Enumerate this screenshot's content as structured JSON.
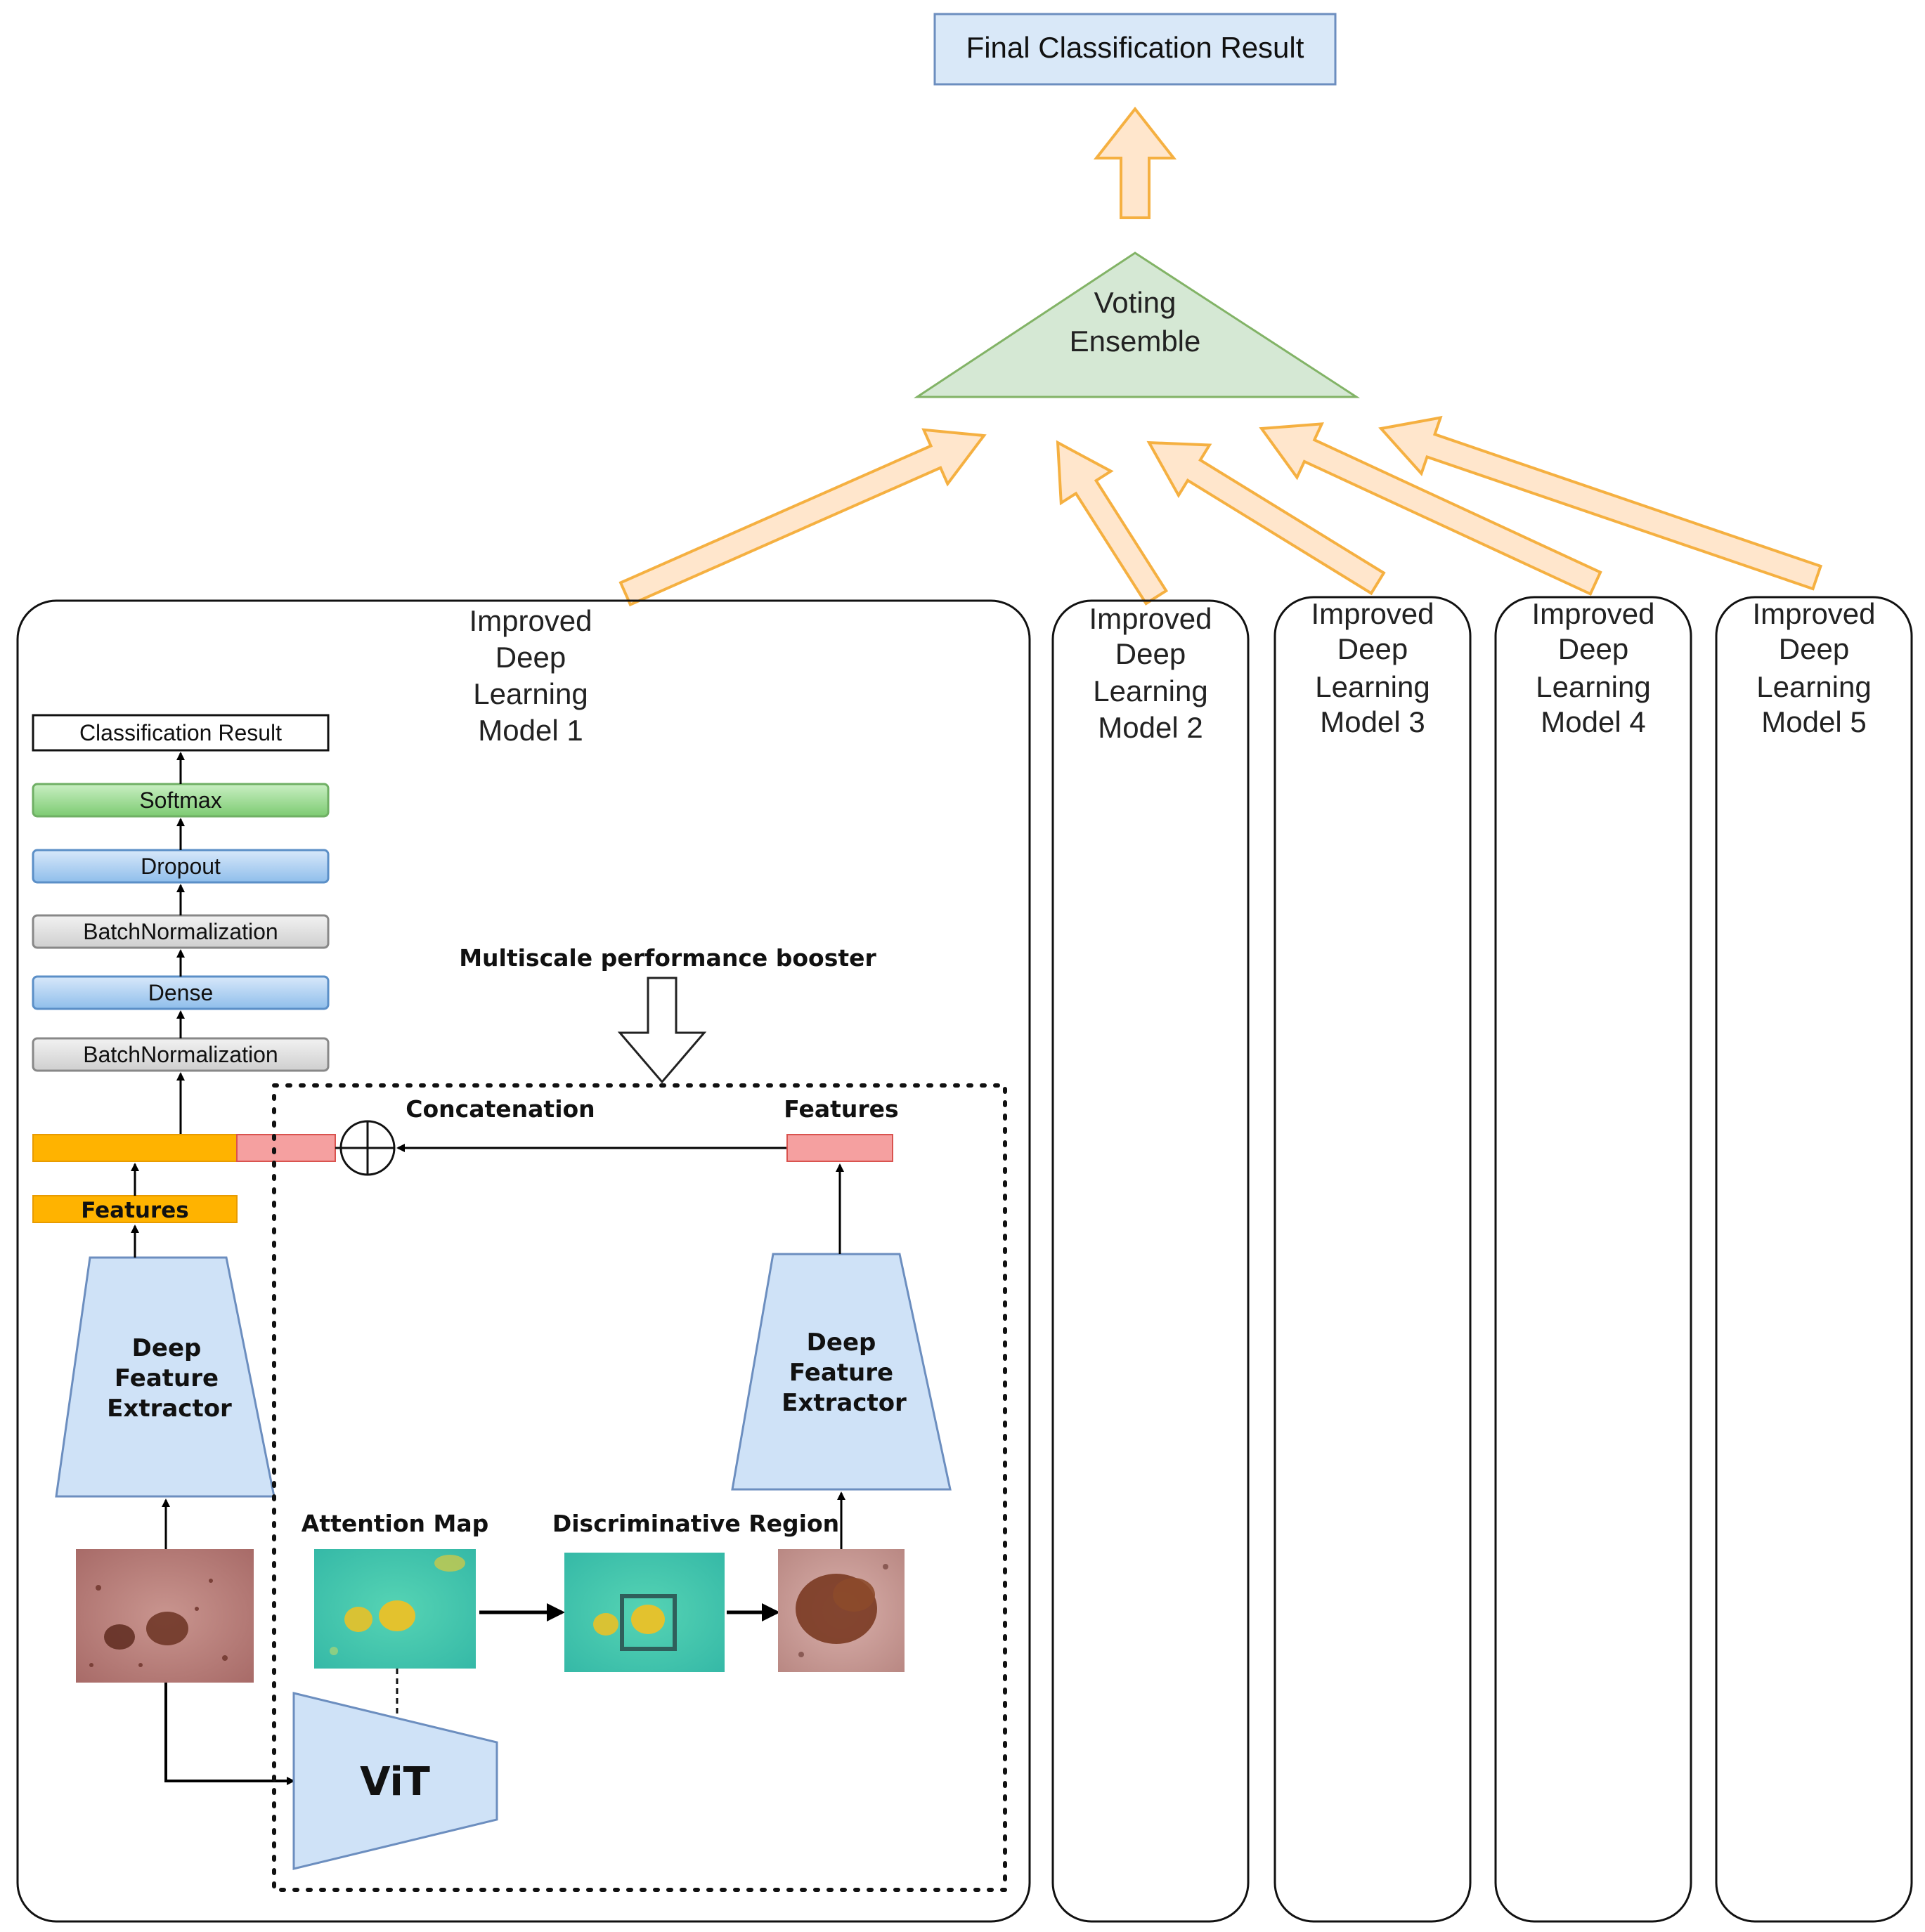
{
  "top": {
    "final_result": "Final Classification Result"
  },
  "ensemble": {
    "line1": "Voting",
    "line2": "Ensemble"
  },
  "models": [
    {
      "lines": [
        "Improved",
        "Deep",
        "Learning",
        "Model 1"
      ]
    },
    {
      "lines": [
        "Improved",
        "Deep",
        "Learning",
        "Model 2"
      ]
    },
    {
      "lines": [
        "Improved",
        "Deep",
        "Learning",
        "Model 3"
      ]
    },
    {
      "lines": [
        "Improved",
        "Deep",
        "Learning",
        "Model 4"
      ]
    },
    {
      "lines": [
        "Improved",
        "Deep",
        "Learning",
        "Model 5"
      ]
    }
  ],
  "layers": {
    "classification_result": "Classification Result",
    "softmax": "Softmax",
    "dropout": "Dropout",
    "batchnorm_top": "BatchNormalization",
    "dense": "Dense",
    "batchnorm_bottom": "BatchNormalization"
  },
  "booster": {
    "title": "Multiscale performance booster",
    "concatenation": "Concatenation",
    "features_right": "Features",
    "features_left": "Features",
    "extractor_left": [
      "Deep",
      "Feature",
      "Extractor"
    ],
    "extractor_right": [
      "Deep",
      "Feature",
      "Extractor"
    ],
    "attention_map": "Attention Map",
    "discriminative_region": "Discriminative Region",
    "vit": "ViT"
  },
  "colors": {
    "arrow_fill": "#FFE6CC",
    "arrow_stroke": "#F5B041",
    "blue_fill": "#CFE2F7",
    "blue_stroke": "#6C8EBF",
    "green_fill": "#D5E8D4",
    "green_stroke": "#82B366",
    "orange_bar": "#FFB300",
    "pink_bar": "#F5A0A0"
  }
}
